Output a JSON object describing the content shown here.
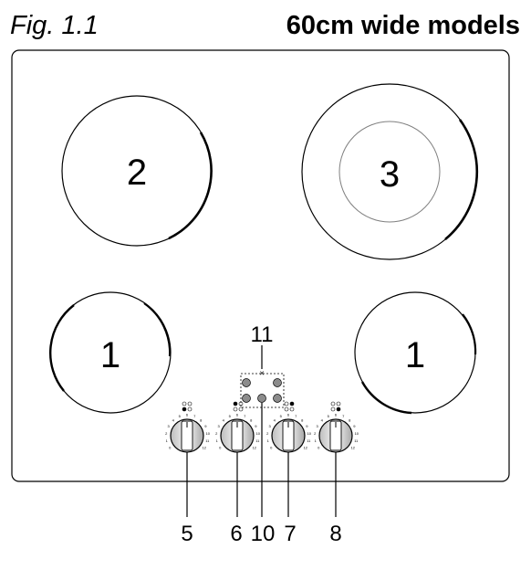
{
  "figure": {
    "label": "Fig. 1.1",
    "heading": "60cm wide models"
  },
  "zones": [
    {
      "label": "2"
    },
    {
      "label": "3"
    },
    {
      "label": "1"
    },
    {
      "label": "1"
    }
  ],
  "callouts": {
    "sensor_group": "11",
    "knob_5": "5",
    "knob_6": "6",
    "indicator": "10",
    "knob_7": "7",
    "knob_8": "8"
  },
  "knob_scale_marks": [
    "0",
    "1",
    "2",
    "3",
    "4",
    "5",
    "6",
    "7",
    "8",
    "9",
    "10",
    "11",
    "12"
  ],
  "colors": {
    "outline": "#000000",
    "inner_ring": "#808080",
    "sensor_fill": "#8c8c8c",
    "knob_fill": "#f2f2f2"
  }
}
